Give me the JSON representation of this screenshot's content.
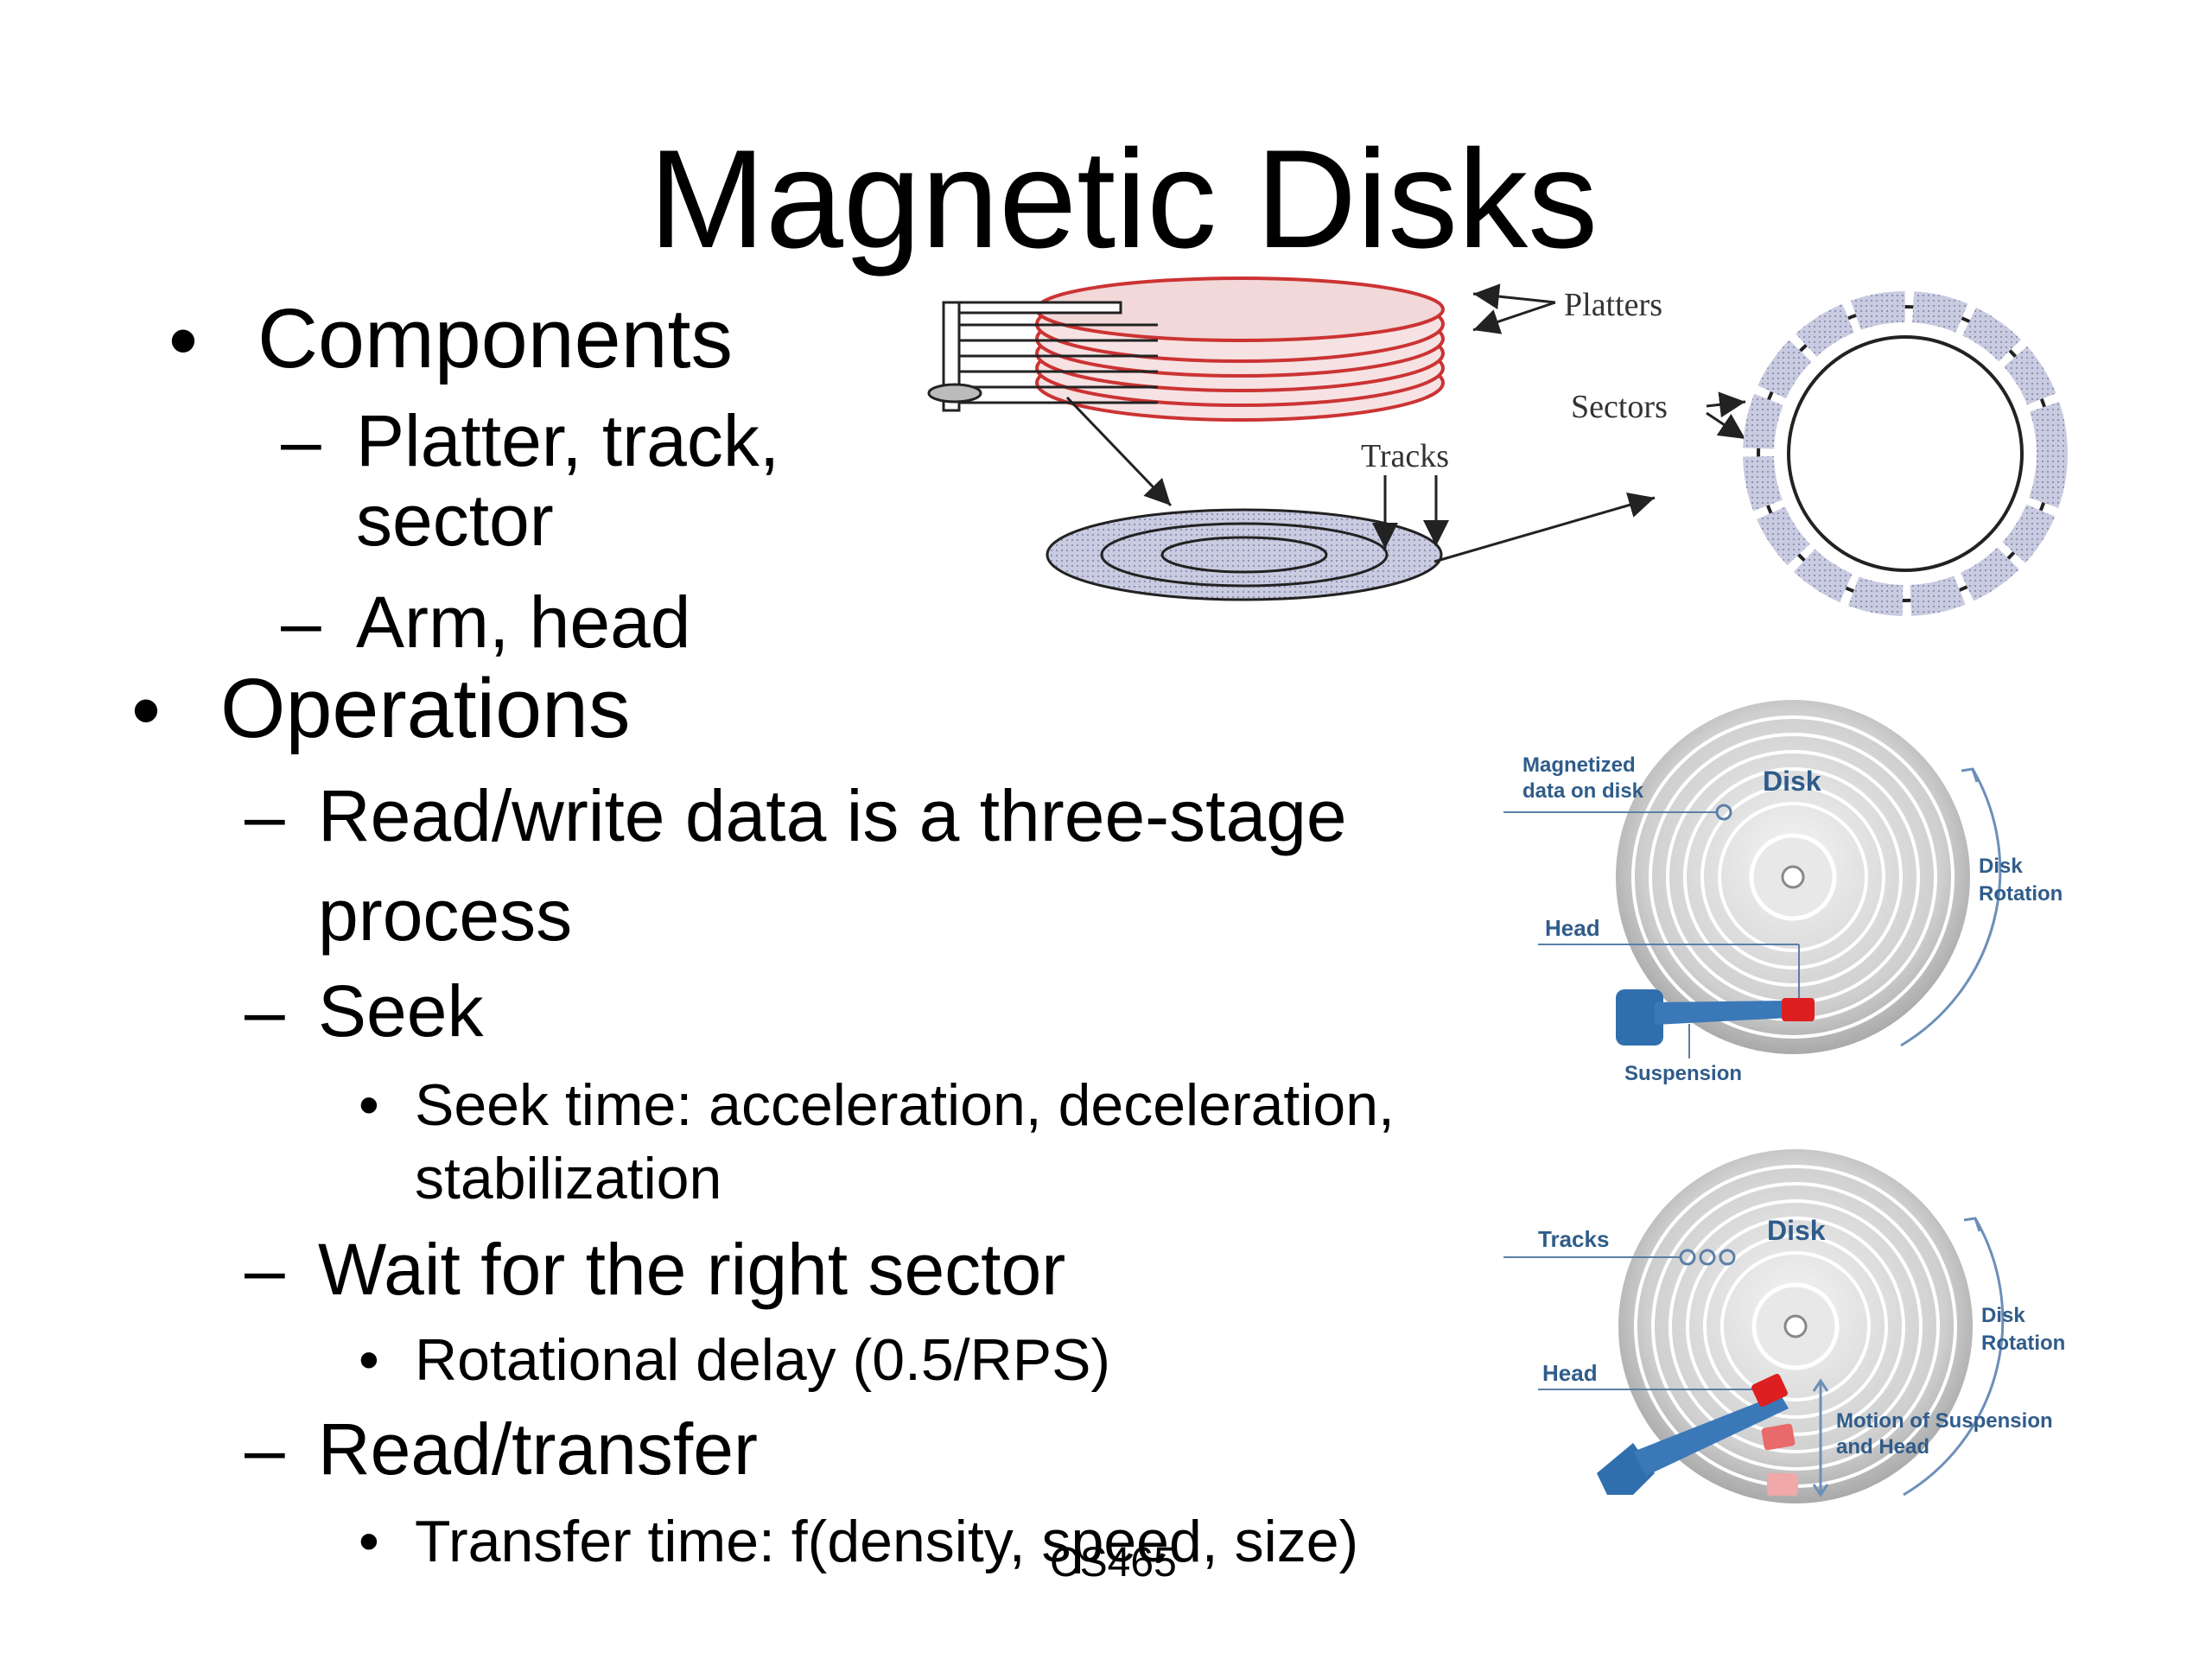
{
  "slide": {
    "title": "Magnetic Disks",
    "footer": "CS465",
    "outline": {
      "components": {
        "bullet": "•",
        "label": "Components",
        "items": [
          {
            "dash": "–",
            "lines": [
              "Platter, track,",
              "sector"
            ]
          },
          {
            "dash": "–",
            "lines": [
              "Arm, head"
            ]
          }
        ]
      },
      "operations": {
        "bullet": "•",
        "label": "Operations",
        "items": [
          {
            "dash": "–",
            "lines": [
              "Read/write data is a three-stage",
              "process"
            ]
          },
          {
            "dash": "–",
            "lines": [
              "Seek"
            ],
            "sub": {
              "bullet": "•",
              "lines": [
                "Seek time: acceleration, deceleration,",
                "stabilization"
              ]
            }
          },
          {
            "dash": "–",
            "lines": [
              "Wait for the right sector"
            ],
            "sub": {
              "bullet": "•",
              "lines": [
                "Rotational delay (0.5/RPS)"
              ]
            }
          },
          {
            "dash": "–",
            "lines": [
              "Read/transfer"
            ],
            "sub": {
              "bullet": "•",
              "lines": [
                "Transfer time: f(density, speed, size)"
              ]
            }
          }
        ]
      }
    }
  },
  "diagram_top": {
    "labels": {
      "platters": "Platters",
      "sectors": "Sectors",
      "tracks": "Tracks"
    },
    "colors": {
      "platter_edge": "#cc3333",
      "platter_fill": "#f2d8d8",
      "disk_fill": "#c9cbe0",
      "ink": "#222222"
    }
  },
  "diagram_disk1": {
    "labels": {
      "magnetized": [
        "Magnetized",
        "data on disk"
      ],
      "disk": "Disk",
      "rotation": [
        "Disk",
        "Rotation"
      ],
      "head": "Head",
      "suspension": "Suspension"
    }
  },
  "diagram_disk2": {
    "labels": {
      "tracks": "Tracks",
      "disk": "Disk",
      "rotation": [
        "Disk",
        "Rotation"
      ],
      "head": "Head",
      "motion": [
        "Motion of Suspension",
        "and Head"
      ]
    }
  },
  "colors": {
    "label_blue": "#2f5c8a",
    "head_red": "#dd1f1f",
    "arm_blue": "#3a78b8"
  }
}
